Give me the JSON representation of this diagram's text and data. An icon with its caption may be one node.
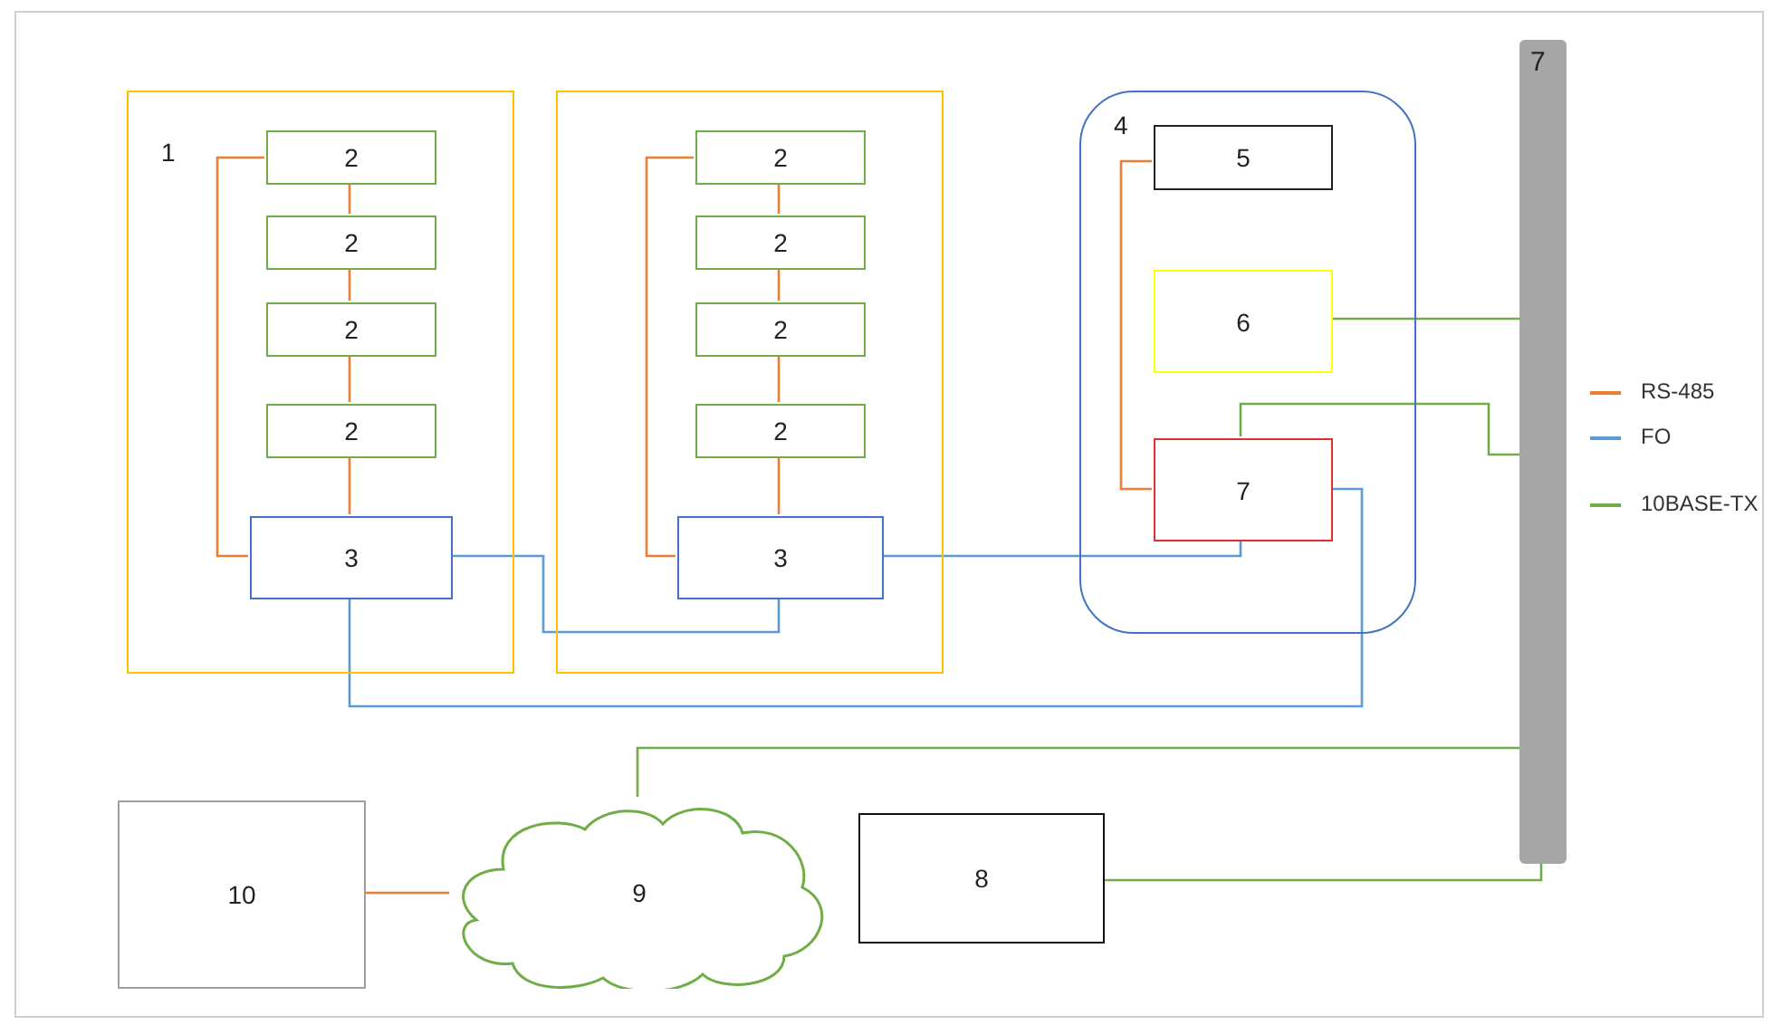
{
  "diagram": {
    "nodes": [
      {
        "text": [
          "1"
        ]
      },
      {
        "text": [
          "2"
        ],
        "in": 0
      },
      {
        "text": [
          "2"
        ],
        "in": 0
      },
      {
        "text": [
          "2"
        ],
        "in": 0
      },
      {
        "text": [
          "2"
        ],
        "in": 0
      },
      {
        "text": [
          "3"
        ],
        "in": 0
      },
      {
        "text": [],
        "shape": "box"
      },
      {
        "text": [
          "2"
        ],
        "in": 6
      },
      {
        "text": [
          "2"
        ],
        "in": 6
      },
      {
        "text": [
          "2"
        ],
        "in": 6
      },
      {
        "text": [
          "2"
        ],
        "in": 6
      },
      {
        "text": [
          "3"
        ],
        "in": 6
      },
      {
        "text": [
          "4"
        ]
      },
      {
        "text": [
          "5"
        ],
        "in": 12
      },
      {
        "text": [
          "6"
        ],
        "in": 12
      },
      {
        "text": [
          "7"
        ],
        "in": 12
      },
      {
        "text": [
          "7"
        ]
      },
      {
        "text": [
          "10"
        ]
      },
      {
        "text": [
          "9"
        ]
      },
      {
        "text": [
          "8"
        ]
      }
    ],
    "edges": [
      {
        "from": 1,
        "to": 2,
        "arrow": "none"
      },
      {
        "from": 2,
        "to": 3,
        "arrow": "none"
      },
      {
        "from": 3,
        "to": 4,
        "arrow": "none"
      },
      {
        "from": 4,
        "to": 5,
        "arrow": "none"
      },
      {
        "from": 1,
        "to": 5,
        "arrow": "none"
      },
      {
        "from": 7,
        "to": 8,
        "arrow": "none"
      },
      {
        "from": 8,
        "to": 9,
        "arrow": "none"
      },
      {
        "from": 9,
        "to": 10,
        "arrow": "none"
      },
      {
        "from": 10,
        "to": 11,
        "arrow": "none"
      },
      {
        "from": 7,
        "to": 11,
        "arrow": "none"
      },
      {
        "from": 13,
        "to": 15,
        "arrow": "none"
      },
      {
        "from": 17,
        "to": 18,
        "arrow": "none"
      },
      {
        "from": 5,
        "to": 11,
        "arrow": "none",
        "color": "#5b9bd5"
      },
      {
        "from": 11,
        "to": 15,
        "arrow": "none",
        "color": "#5b9bd5"
      },
      {
        "from": 5,
        "to": 15,
        "arrow": "none",
        "color": "#5b9bd5"
      },
      {
        "from": 14,
        "to": 16,
        "arrow": "none",
        "color": "#70ad47"
      },
      {
        "from": 15,
        "to": 16,
        "arrow": "none",
        "color": "#70ad47"
      },
      {
        "from": 18,
        "to": 16,
        "arrow": "none",
        "color": "#70ad47"
      },
      {
        "from": 19,
        "to": 16,
        "arrow": "none",
        "color": "#70ad47"
      }
    ],
    "legend": [
      {
        "text": "RS-485",
        "color": "#ed7d31"
      },
      {
        "text": "FO",
        "color": "#5b9bd5"
      },
      {
        "text": "10BASE-TX",
        "color": "#70ad47"
      }
    ]
  }
}
